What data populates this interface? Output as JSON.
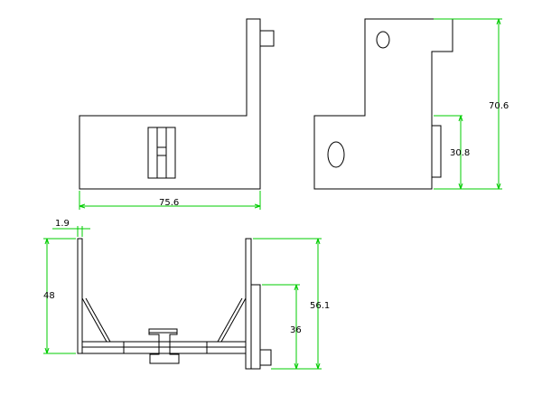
{
  "colors": {
    "background": "#ffffff",
    "outline": "#000000",
    "dimension": "#00cc00"
  },
  "dimensions": {
    "width": "75.6",
    "height_total": "70.6",
    "height_lower": "30.8",
    "thickness": "1.9",
    "side_height": "48",
    "overall_height": "56.1",
    "inner_height": "36"
  }
}
